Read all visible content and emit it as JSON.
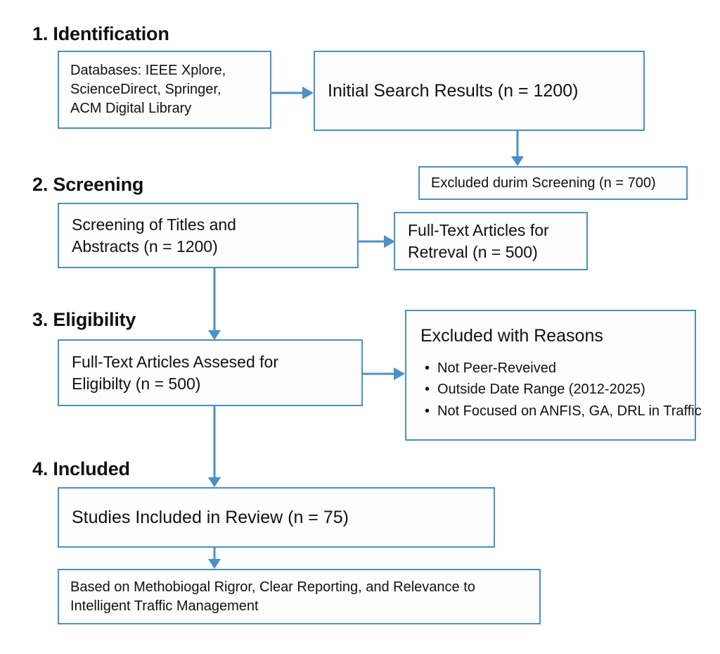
{
  "diagram": {
    "title": "PRISMA Flow Diagram",
    "accent_color": "#4a90c8",
    "text_color": "#111111",
    "background_color": "#ffffff"
  },
  "stages": [
    {
      "id": "identification",
      "label": "1. Identification"
    },
    {
      "id": "screening",
      "label": "2. Screening"
    },
    {
      "id": "eligibility",
      "label": "3. Eligibility"
    },
    {
      "id": "included",
      "label": "4. Included"
    }
  ],
  "nodes": {
    "databases": "Databases: IEEE Xplore,\nScienceDirect, Springer,\nACM Digital Library",
    "initial_search": "Initial Search Results (n = 1200)",
    "excluded_screening": "Excluded durim Screening (n = 700)",
    "screening_titles": "Screening of Titles and\nAbstracts (n = 1200)",
    "fulltext_retrieval": "Full-Text Articles for\nRetreval (n = 500)",
    "fulltext_assessed": "Full-Text Articles Assesed for\nEligibilty (n = 500)",
    "excluded_reasons_title": "Excluded with Reasons",
    "excluded_reasons_items": [
      "Not Peer-Reveived",
      "Outside Date Range (2012-2025)",
      "Not Focused on ANFIS, GA, DRL in Traffic"
    ],
    "studies_included": "Studies Included in Review (n = 75)",
    "inclusion_basis": "Based on Methobiogal Rigror, Clear Reporting, and Relevance to\nIntelligent Traffic Management"
  }
}
